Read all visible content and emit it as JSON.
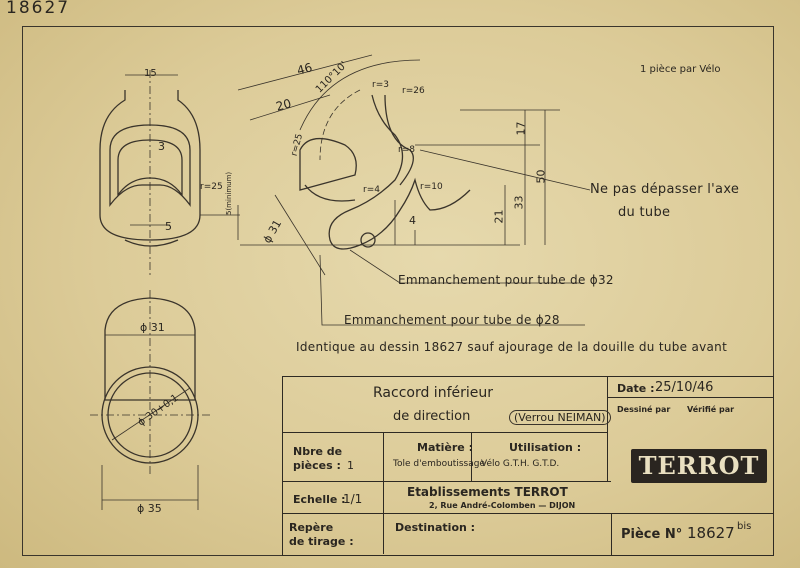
{
  "sheet_number": "18627",
  "pieces_note": "1 pièce par Vélo",
  "dimensions": {
    "top_width": "15",
    "slot": "3",
    "radius_25": "r=25",
    "width_5": "5",
    "min_label": "5(minimum)",
    "dia_31": "ϕ 31",
    "dia_inner": "ϕ 30+0,1",
    "dia_35": "ϕ 35",
    "d46": "46",
    "d20": "20",
    "angle": "110°10'",
    "r3": "r=3",
    "r26": "r=26",
    "r25": "r=25",
    "r8": "r=8",
    "r4": "r=4",
    "r10": "r=10",
    "d17": "17",
    "d50": "50",
    "d33": "33",
    "d21": "21",
    "d4": "4",
    "side_dia31": "ϕ 31"
  },
  "notes": {
    "axis_line1": "Ne pas dépasser l'axe",
    "axis_line2": "du tube",
    "fit32": "Emmanchement pour tube de ϕ32",
    "fit28": "Emmanchement pour tube de ϕ28",
    "identical": "Identique au dessin 18627 sauf ajourage de la douille du tube avant"
  },
  "title_block": {
    "title_line1": "Raccord inférieur",
    "title_line2": "de direction",
    "title_note": "(Verrou NEIMAN)",
    "date_label": "Date :",
    "date_value": "25/10/46",
    "drawn_label": "Dessiné par",
    "checked_label": "Vérifié par",
    "nbre_label1": "Nbre de",
    "nbre_label2": "pièces :",
    "nbre_value": "1",
    "matiere_label": "Matière :",
    "matiere_value": "Tole d'emboutissage",
    "utilisation_label": "Utilisation :",
    "utilisation_value": "Vélo G.T.H. G.T.D.",
    "logo": "TERROT",
    "echelle_label": "Echelle :",
    "echelle_value": "1/1",
    "company": "Etablissements TERROT",
    "address": "2, Rue André-Colomben — DIJON",
    "repere_label1": "Repère",
    "repere_label2": "de tirage :",
    "destination_label": "Destination :",
    "piece_label": "Pièce N°",
    "piece_value": "18627",
    "piece_suffix": "bis"
  }
}
